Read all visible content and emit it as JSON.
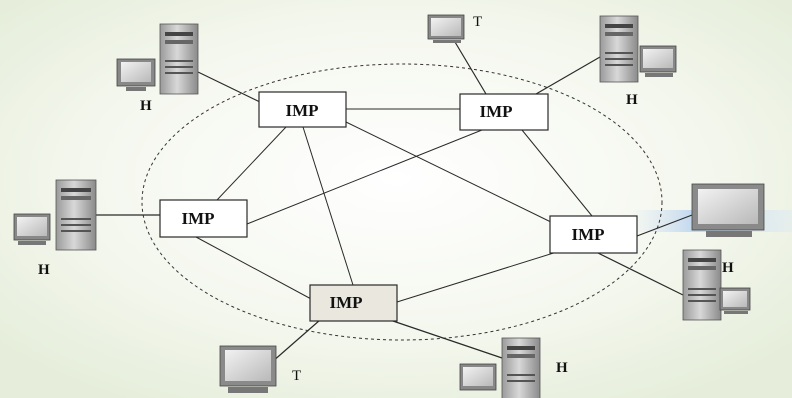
{
  "imp_label": "IMP",
  "host_label": "H",
  "terminal_label": "T",
  "colors": {
    "background": "#eef3e6",
    "box_fill": "#ffffff",
    "box_fill_bottom": "#eae7df",
    "line": "#2a2a2a",
    "dashed_ring": "#333333"
  }
}
